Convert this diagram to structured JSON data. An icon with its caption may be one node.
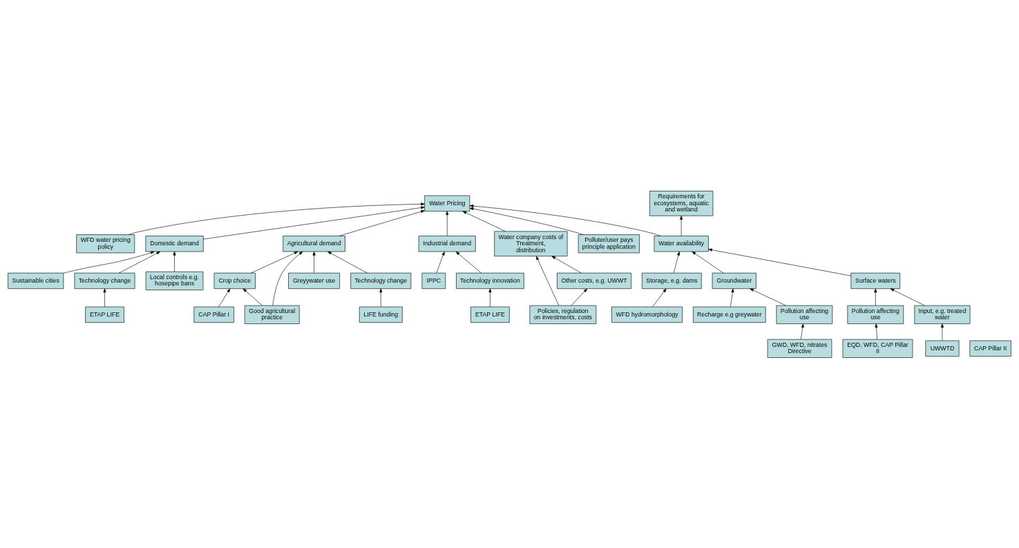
{
  "diagram": {
    "nodes": [
      {
        "text": [
          "Input, e.g. treated water"
        ]
      },
      {
        "text": [
          "Surface waters"
        ]
      },
      {
        "text": [
          "WFD hydromorphology"
        ]
      },
      {
        "text": [
          "Recharge e.g greywater"
        ]
      },
      {
        "text": [
          "UWWTD"
        ]
      },
      {
        "text": [
          "Pollution affecting use"
        ]
      },
      {
        "text": [
          "Storage, e.g. dams"
        ]
      },
      {
        "text": [
          "Groundwater"
        ]
      },
      {
        "text": [
          "Pollution affecting use"
        ]
      },
      {
        "text": [
          "Water availability"
        ]
      },
      {
        "text": [
          "Requirements for ecosystems, aquatic and wetland"
        ]
      },
      {
        "text": [
          "EQD, WFD, CAP Pillar II"
        ]
      },
      {
        "text": [
          "WFD water pricing policy"
        ]
      },
      {
        "text": [
          "GWD, WFD, nitrates Directive"
        ]
      },
      {
        "text": [
          "Crop choice"
        ]
      },
      {
        "text": [
          "CAP Pillar I"
        ]
      },
      {
        "text": [
          "Water Pricing"
        ]
      },
      {
        "text": [
          "Domestic demand"
        ]
      },
      {
        "text": [
          "Sustainable cities"
        ]
      },
      {
        "text": [
          "Good agricultural practice"
        ]
      },
      {
        "text": [
          "Agricultural demand"
        ]
      },
      {
        "text": [
          "IPPC"
        ]
      },
      {
        "text": [
          "Technology change"
        ]
      },
      {
        "text": [
          "CAP Pillar II"
        ]
      },
      {
        "text": [
          "Industrial demand"
        ]
      },
      {
        "text": [
          "Greyywater use"
        ]
      },
      {
        "text": [
          "Technology change"
        ]
      },
      {
        "text": [
          "Local controls e.g. hosepipe bans"
        ]
      },
      {
        "text": [
          "ETAP LIFE"
        ]
      },
      {
        "text": [
          "Technology innovation"
        ]
      },
      {
        "text": [
          "Water company costs of Treatment, distribution"
        ]
      },
      {
        "text": [
          "Polluter/user pays principle application"
        ]
      },
      {
        "text": [
          "LIFE funding"
        ]
      },
      {
        "text": [
          "ETAP LIFE"
        ]
      },
      {
        "text": [
          "Other costs, e.g. UWWT"
        ]
      },
      {
        "text": [
          "Policies, regulation on investments, costs"
        ]
      }
    ],
    "edges": [
      {
        "from": 0,
        "to": 1,
        "arrow": "to"
      },
      {
        "from": 4,
        "to": 0,
        "arrow": "to"
      },
      {
        "from": 5,
        "to": 1,
        "arrow": "to"
      },
      {
        "from": 2,
        "to": 6,
        "arrow": "to"
      },
      {
        "from": 3,
        "to": 7,
        "arrow": "to"
      },
      {
        "from": 8,
        "to": 7,
        "arrow": "to"
      },
      {
        "from": 1,
        "to": 9,
        "arrow": "to"
      },
      {
        "from": 6,
        "to": 9,
        "arrow": "to"
      },
      {
        "from": 7,
        "to": 9,
        "arrow": "to"
      },
      {
        "from": 9,
        "to": 10,
        "arrow": "to"
      },
      {
        "from": 11,
        "to": 5,
        "arrow": "to"
      },
      {
        "from": 13,
        "to": 8,
        "arrow": "to"
      },
      {
        "from": 9,
        "to": 16,
        "arrow": "to"
      },
      {
        "from": 12,
        "to": 16,
        "arrow": "to"
      },
      {
        "from": 15,
        "to": 14,
        "arrow": "to"
      },
      {
        "from": 14,
        "to": 20,
        "arrow": "to"
      },
      {
        "from": 19,
        "to": 14,
        "arrow": "to"
      },
      {
        "from": 19,
        "to": 20,
        "arrow": "to"
      },
      {
        "from": 20,
        "to": 16,
        "arrow": "to"
      },
      {
        "from": 17,
        "to": 16,
        "arrow": "to"
      },
      {
        "from": 18,
        "to": 17,
        "arrow": "to"
      },
      {
        "from": 22,
        "to": 17,
        "arrow": "to"
      },
      {
        "from": 27,
        "to": 17,
        "arrow": "to"
      },
      {
        "from": 25,
        "to": 20,
        "arrow": "to"
      },
      {
        "from": 26,
        "to": 20,
        "arrow": "to"
      },
      {
        "from": 32,
        "to": 26,
        "arrow": "to"
      },
      {
        "from": 31,
        "to": 16,
        "arrow": "to"
      },
      {
        "from": 24,
        "to": 16,
        "arrow": "to"
      },
      {
        "from": 21,
        "to": 24,
        "arrow": "to"
      },
      {
        "from": 29,
        "to": 24,
        "arrow": "to"
      },
      {
        "from": 33,
        "to": 29,
        "arrow": "to"
      },
      {
        "from": 30,
        "to": 16,
        "arrow": "to"
      },
      {
        "from": 28,
        "to": 22,
        "arrow": "to"
      },
      {
        "from": 35,
        "to": 30,
        "arrow": "to"
      },
      {
        "from": 35,
        "to": 34,
        "arrow": "to"
      },
      {
        "from": 34,
        "to": 30,
        "arrow": "to"
      }
    ]
  }
}
